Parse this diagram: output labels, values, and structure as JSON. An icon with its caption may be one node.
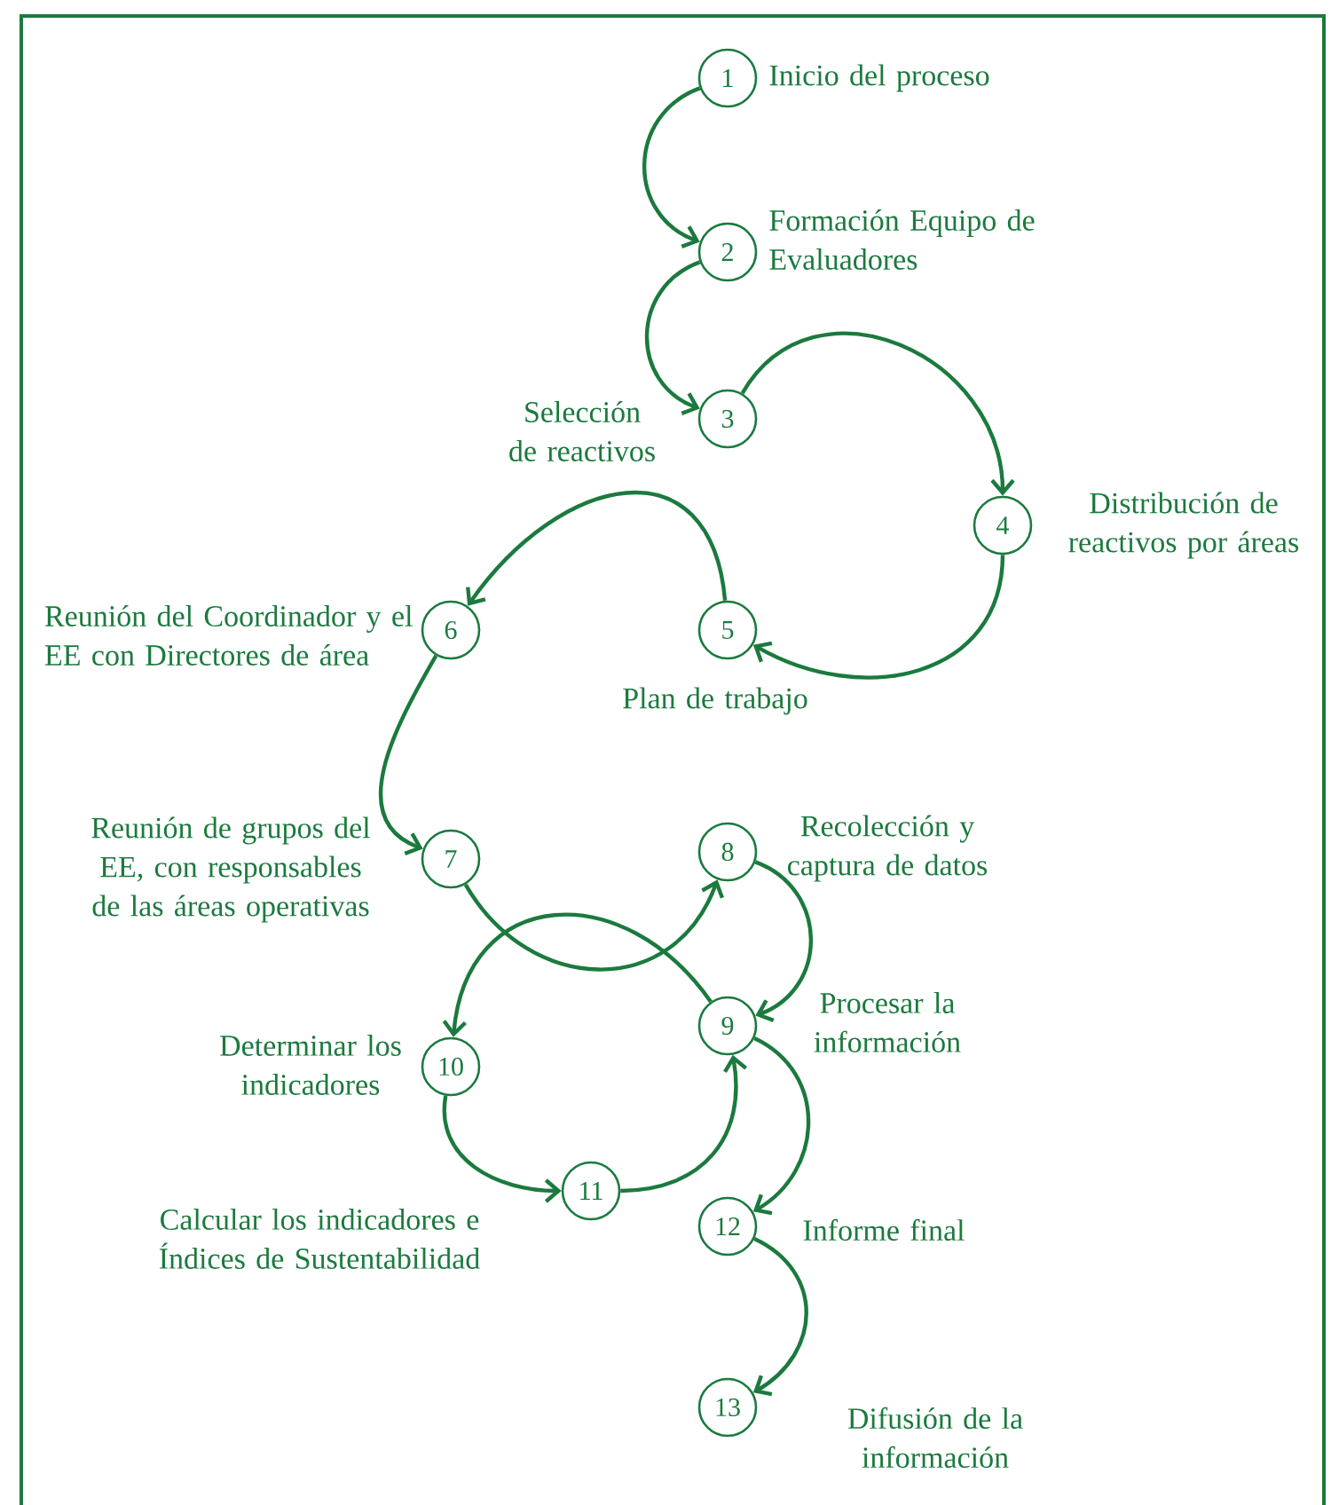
{
  "diagram": {
    "nodes": [
      {
        "text": [
          "1"
        ],
        "beside": [
          "Inicio del proceso"
        ]
      },
      {
        "text": [
          "2"
        ],
        "beside": [
          "Formación Equipo de Evaluadores"
        ]
      },
      {
        "text": [
          "3"
        ],
        "beside": [
          "Selección de reactivos"
        ]
      },
      {
        "text": [
          "4"
        ],
        "beside": [
          "Distribución de reactivos por áreas"
        ]
      },
      {
        "text": [
          "5"
        ],
        "beside": [
          "Plan de trabajo"
        ]
      },
      {
        "text": [
          "6"
        ],
        "beside": [
          "Reunión del Coordinador y el EE con Directores de área"
        ]
      },
      {
        "text": [
          "7"
        ],
        "beside": [
          "Reunión de grupos del EE, con responsables de las áreas operativas"
        ]
      },
      {
        "text": [
          "8"
        ],
        "beside": [
          "Recolección y captura de datos"
        ]
      },
      {
        "text": [
          "9"
        ],
        "beside": [
          "Procesar la información"
        ]
      },
      {
        "text": [
          "10"
        ],
        "beside": [
          "Determinar los indicadores"
        ]
      },
      {
        "text": [
          "11"
        ],
        "beside": [
          "Calcular los indicadores e Índices de Sustentabilidad"
        ]
      },
      {
        "text": [
          "12"
        ],
        "beside": [
          "Informe final"
        ]
      },
      {
        "text": [
          "13"
        ],
        "beside": [
          "Difusión de la información"
        ]
      }
    ],
    "edges": [
      {
        "from": 0,
        "to": 1,
        "arrow": "to"
      },
      {
        "from": 1,
        "to": 2,
        "arrow": "to"
      },
      {
        "from": 2,
        "to": 3,
        "arrow": "to"
      },
      {
        "from": 3,
        "to": 4,
        "arrow": "to"
      },
      {
        "from": 4,
        "to": 5,
        "arrow": "to"
      },
      {
        "from": 5,
        "to": 6,
        "arrow": "to"
      },
      {
        "from": 6,
        "to": 7,
        "arrow": "to"
      },
      {
        "from": 7,
        "to": 8,
        "arrow": "to"
      },
      {
        "from": 8,
        "to": 9,
        "arrow": "to"
      },
      {
        "from": 9,
        "to": 10,
        "arrow": "to"
      },
      {
        "from": 10,
        "to": 8,
        "arrow": "to"
      },
      {
        "from": 8,
        "to": 11,
        "arrow": "to"
      },
      {
        "from": 11,
        "to": 12,
        "arrow": "to"
      }
    ]
  }
}
